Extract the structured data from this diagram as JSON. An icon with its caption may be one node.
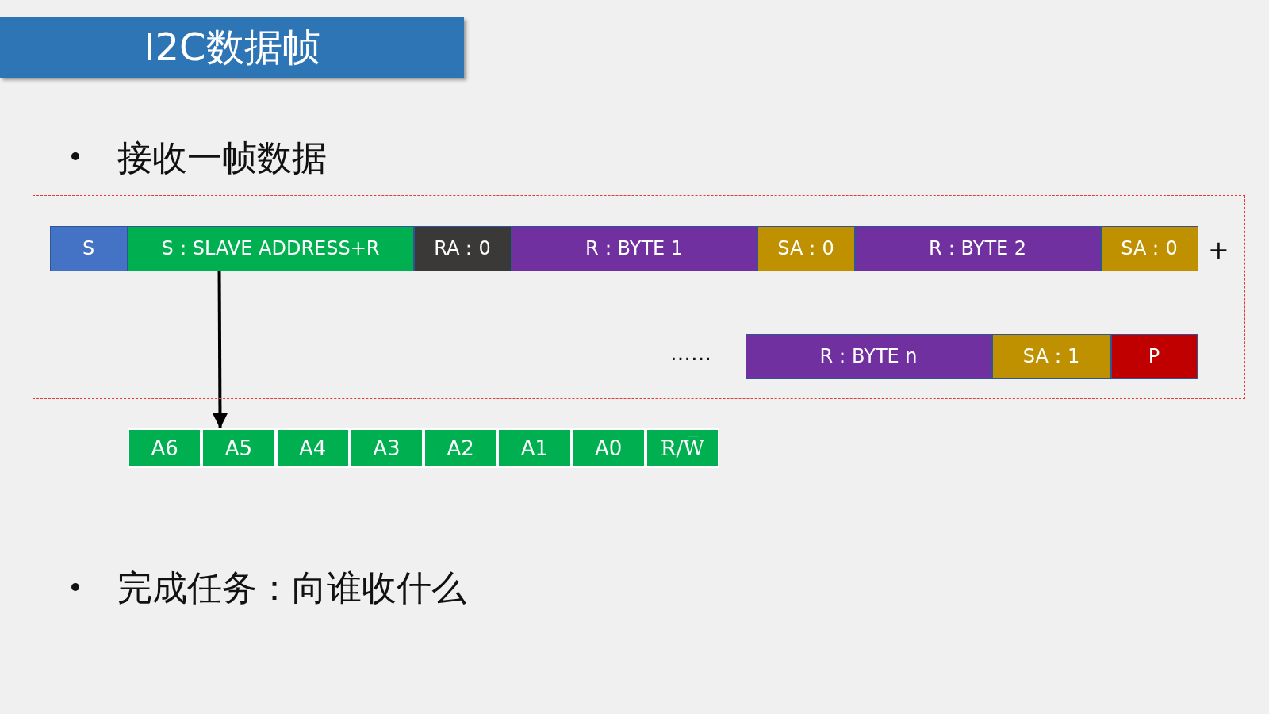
{
  "diagram": {
    "title": "I2C数据帧",
    "nodes": [
      {
        "text": [],
        "shape": "box"
      },
      {
        "text": [
          "S"
        ],
        "in": 0
      },
      {
        "text": [
          "S：SLAVE ADDRESS+R"
        ],
        "in": 0
      },
      {
        "text": [
          "RA：0"
        ],
        "in": 0
      },
      {
        "text": [
          "R：BYTE 1"
        ],
        "in": 0
      },
      {
        "text": [
          "SA：0"
        ],
        "in": 0
      },
      {
        "text": [
          "R：BYTE 2"
        ],
        "in": 0
      },
      {
        "text": [
          "SA：0"
        ],
        "in": 0
      },
      {
        "text": [
          "R：BYTE n"
        ],
        "in": 0
      },
      {
        "text": [
          "SA：1"
        ],
        "in": 0
      },
      {
        "text": [
          "P"
        ],
        "in": 0
      },
      {
        "text": [
          "A6"
        ]
      },
      {
        "text": [
          "A5"
        ]
      },
      {
        "text": [
          "A4"
        ]
      },
      {
        "text": [
          "A3"
        ]
      },
      {
        "text": [
          "A2"
        ]
      },
      {
        "text": [
          "A1"
        ]
      },
      {
        "text": [
          "A0"
        ]
      },
      {
        "text": [
          "R/W̅"
        ]
      }
    ],
    "edges": [
      {
        "from": 2,
        "to": 12,
        "arrow": "to"
      }
    ],
    "labels": [
      "接收一帧数据",
      "……",
      "+",
      "完成任务：向谁收什么"
    ]
  }
}
